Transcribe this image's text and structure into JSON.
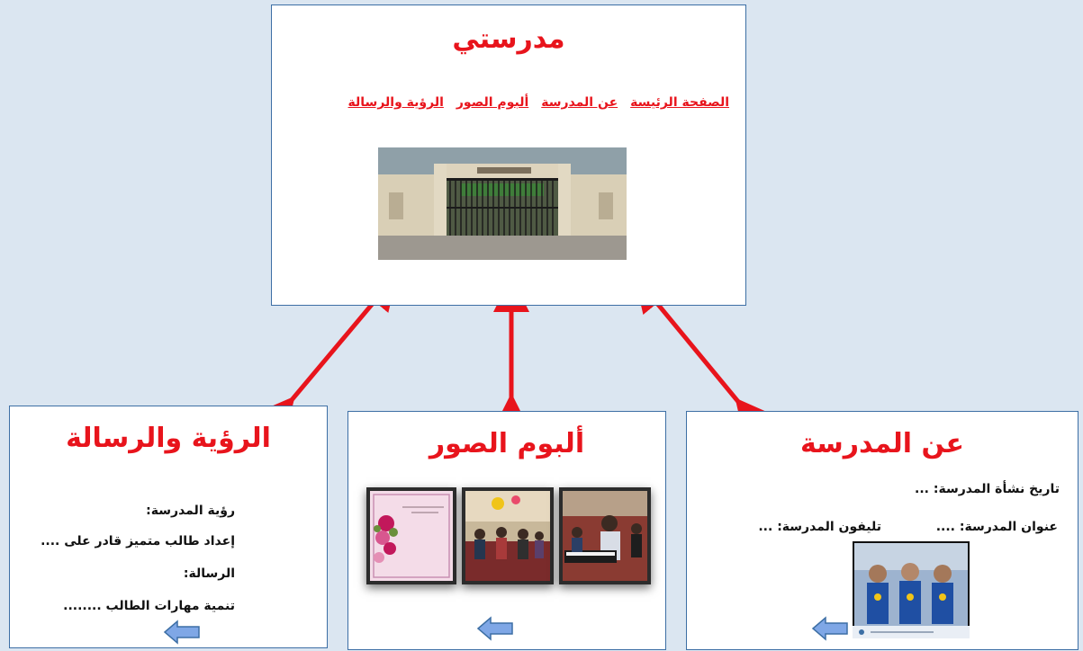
{
  "home": {
    "title": "مدرستي",
    "nav": [
      "الصفحة الرئيسة",
      "عن المدرسة",
      "ألبوم الصور",
      "الرؤية والرسالة"
    ]
  },
  "about": {
    "title": "عن المدرسة",
    "founded": "تاريخ نشأة المدرسة: ...",
    "address": "عنوان المدرسة: ....",
    "phone": "تليفون المدرسة: ..."
  },
  "album": {
    "title": "ألبوم الصور"
  },
  "vision": {
    "title": "الرؤية والرسالة",
    "vision_label": "رؤية المدرسة:",
    "vision_text": "إعداد طالب متميز قادر على ....",
    "mission_label": "الرسالة:",
    "mission_text": "تنمية مهارات الطالب ........"
  },
  "colors": {
    "accent": "#e8141c",
    "border": "#3d6fa5",
    "background": "#dbe6f1",
    "back_arrow": "#7fa7e6"
  },
  "icons": {
    "back": "back-arrow-icon"
  }
}
